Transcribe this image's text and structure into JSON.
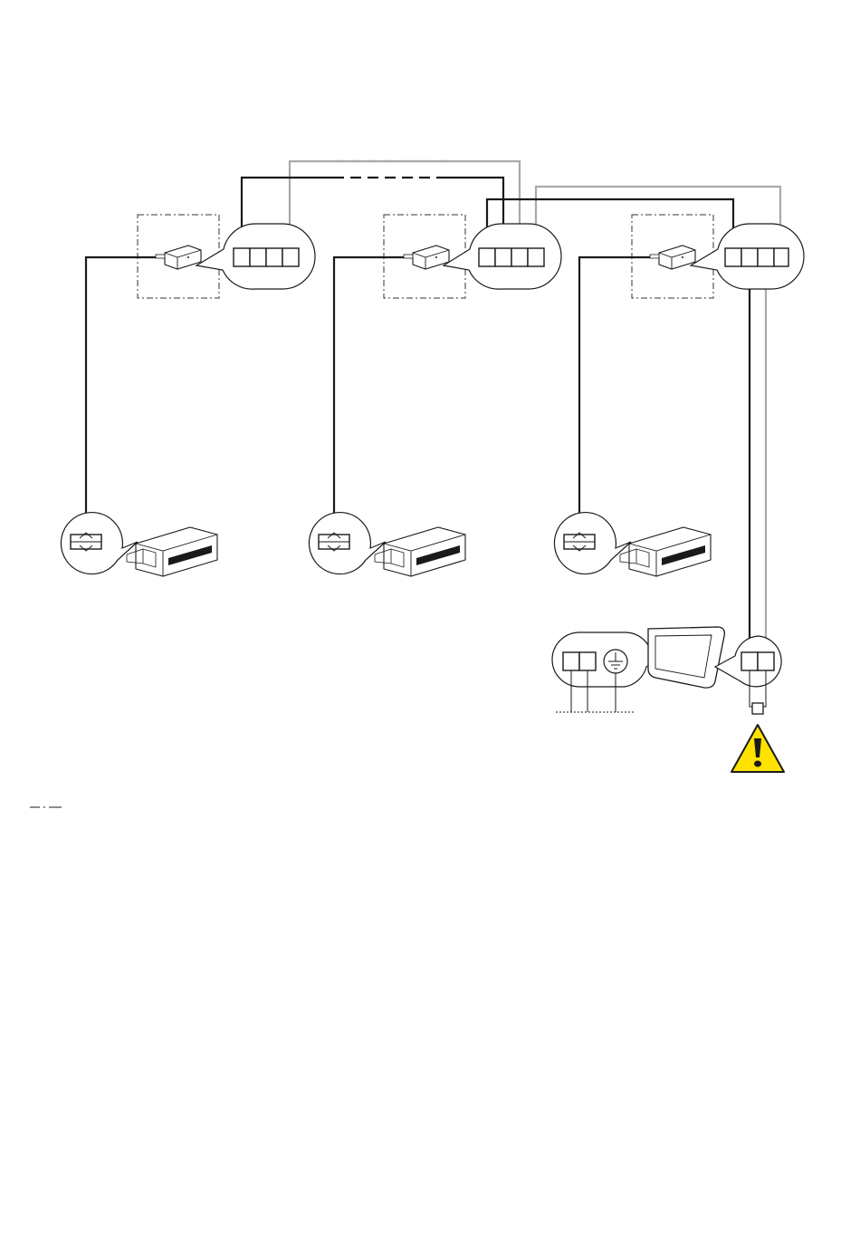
{
  "diagram": {
    "colors": {
      "bus_wire": "#1a1a1a",
      "power_wire": "#a9a9a9",
      "warning_fill": "#ffe200",
      "warning_border": "#1a1a1a"
    },
    "units": [
      {
        "id": "unit-1",
        "device_icon": "gateway-module-icon",
        "appliance_icon": "ducted-indoor-unit-icon",
        "terminal_count": 4
      },
      {
        "id": "unit-2",
        "device_icon": "gateway-module-icon",
        "appliance_icon": "ducted-indoor-unit-icon",
        "terminal_count": 4
      },
      {
        "id": "unit-3",
        "device_icon": "gateway-module-icon",
        "appliance_icon": "ducted-indoor-unit-icon",
        "terminal_count": 4
      }
    ],
    "controller": {
      "device_icon": "touch-panel-icon",
      "power_terminal_count": 2,
      "ground_icon": "ground-icon",
      "bus_terminal_count": 2
    },
    "warning_icon": "exclamation-warning-icon",
    "legend": {
      "line_style": "dash-dot"
    }
  }
}
